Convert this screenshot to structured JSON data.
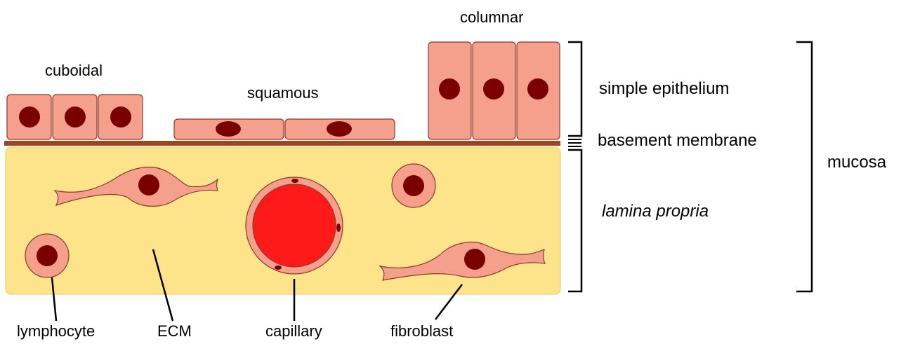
{
  "labels": {
    "cuboidal": "cuboidal",
    "squamous": "squamous",
    "columnar": "columnar",
    "simple_epithelium": "simple epithelium",
    "basement_membrane": "basement membrane",
    "lamina_propria": "lamina propria",
    "mucosa": "mucosa",
    "lymphocyte": "lymphocyte",
    "ecm": "ECM",
    "capillary": "capillary",
    "fibroblast": "fibroblast"
  },
  "colors": {
    "cell_fill": "#F5A08C",
    "cell_stroke": "#8B3A2A",
    "nucleus": "#7A0000",
    "basement_membrane": "#A0461E",
    "lamina_propria": "#FDE38A",
    "lamina_stroke": "#E8C85A",
    "blood": "#FF1A1A",
    "line": "#000000"
  }
}
